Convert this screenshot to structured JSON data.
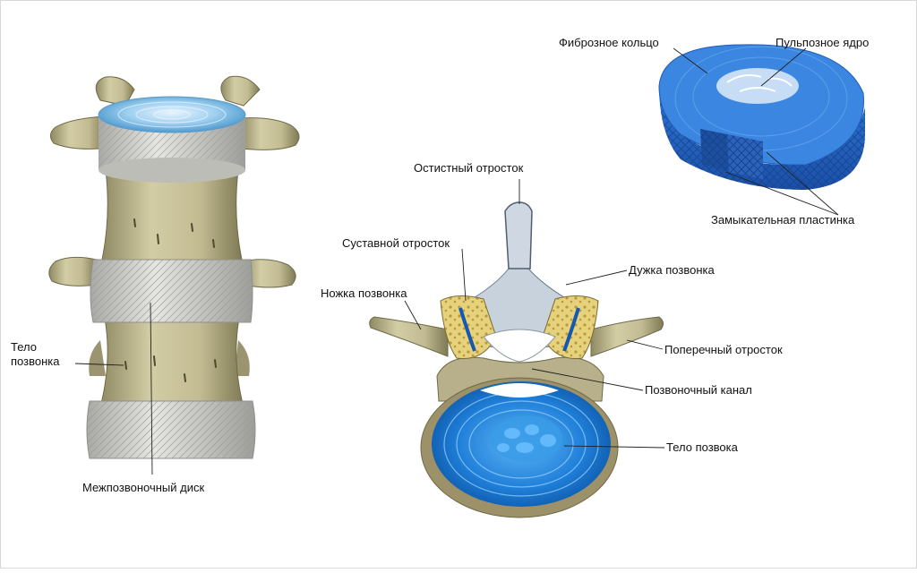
{
  "labels": {
    "body_left": "Тело\nпозвонка",
    "disc": "Межпозвоночный диск",
    "spinous": "Остистный отросток",
    "articular": "Суставной отросток",
    "pedicle": "Ножка позвонка",
    "arch": "Дужка позвонка",
    "transverse": "Поперечный отросток",
    "canal": "Позвоночный канал",
    "body_center": "Тело позвока",
    "annulus": "Фиброзное кольцо",
    "nucleus": "Пульпозное ядро",
    "endplate": "Замыкательная пластинка"
  },
  "colors": {
    "bone": "#c9c29b",
    "bone_dark": "#8f8a63",
    "disc_band": "#d8d8d4",
    "disc_blue": "#1f7fd6",
    "disc_blue_dark": "#0a4f9c",
    "cancellous": "#e2cf7a",
    "cortex": "#b8c4d0"
  }
}
